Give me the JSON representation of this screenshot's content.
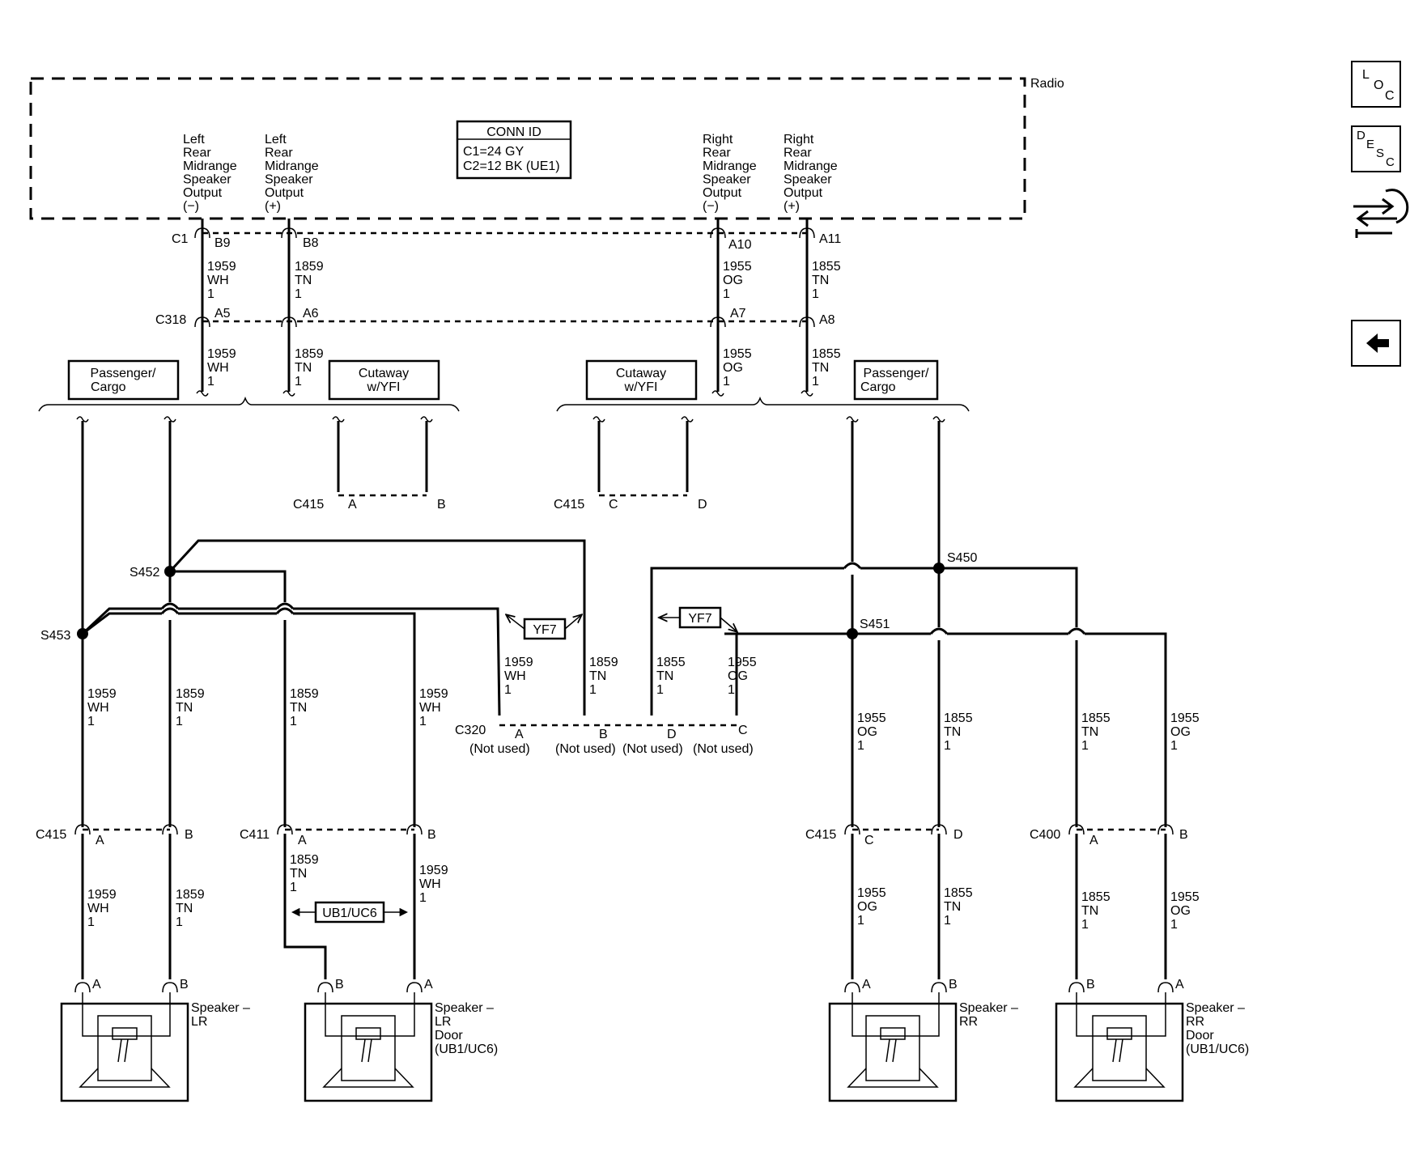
{
  "module": {
    "name": "Radio",
    "conn_id": {
      "title": "CONN ID",
      "c1": "C1=24 GY",
      "c2": "C2=12 BK (UE1)"
    },
    "outputs": [
      {
        "lines": [
          "Left",
          "Rear",
          "Midrange",
          "Speaker",
          "Output",
          "(−)"
        ]
      },
      {
        "lines": [
          "Left",
          "Rear",
          "Midrange",
          "Speaker",
          "Output",
          "(+)"
        ]
      },
      {
        "lines": [
          "Right",
          "Rear",
          "Midrange",
          "Speaker",
          "Output",
          "(−)"
        ]
      },
      {
        "lines": [
          "Right",
          "Rear",
          "Midrange",
          "Speaker",
          "Output",
          "(+)"
        ]
      }
    ]
  },
  "connectors": {
    "c1": "C1",
    "c1_pins": [
      "B9",
      "B8",
      "A10",
      "A11"
    ],
    "c318": "C318",
    "c318_pins": [
      "A5",
      "A6",
      "A7",
      "A8"
    ],
    "c415": "C415",
    "c415_pins": [
      "A",
      "B",
      "C",
      "D"
    ],
    "c411": "C411",
    "c411_pins": [
      "A",
      "B"
    ],
    "c400": "C400",
    "c400_pins": [
      "A",
      "B"
    ],
    "c320": "C320",
    "c320_pins": [
      "A",
      "B",
      "D",
      "C"
    ],
    "not_used": "(Not used)"
  },
  "wires": {
    "lr_neg": [
      "1959",
      "WH",
      "1"
    ],
    "lr_pos": [
      "1859",
      "TN",
      "1"
    ],
    "rr_neg": [
      "1955",
      "OG",
      "1"
    ],
    "rr_pos": [
      "1855",
      "TN",
      "1"
    ]
  },
  "splices": [
    "S452",
    "S453",
    "S450",
    "S451"
  ],
  "options": {
    "passenger_cargo": [
      "Passenger/",
      "Cargo"
    ],
    "cutaway": [
      "Cutaway",
      "w/YFI"
    ],
    "yf7": "YF7",
    "ub1_uc6": "UB1/UC6"
  },
  "speakers": [
    {
      "lines": [
        "Speaker –",
        "LR"
      ],
      "pins": [
        "A",
        "B"
      ]
    },
    {
      "lines": [
        "Speaker –",
        "LR",
        "Door",
        "(UB1/UC6)"
      ],
      "pins": [
        "B",
        "A"
      ]
    },
    {
      "lines": [
        "Speaker –",
        "RR"
      ],
      "pins": [
        "A",
        "B"
      ]
    },
    {
      "lines": [
        "Speaker –",
        "RR",
        "Door",
        "(UB1/UC6)"
      ],
      "pins": [
        "B",
        "A"
      ]
    }
  ],
  "nav": {
    "loc": [
      "L",
      "O",
      "C"
    ],
    "desc": [
      "D",
      "E",
      "S",
      "C"
    ]
  }
}
